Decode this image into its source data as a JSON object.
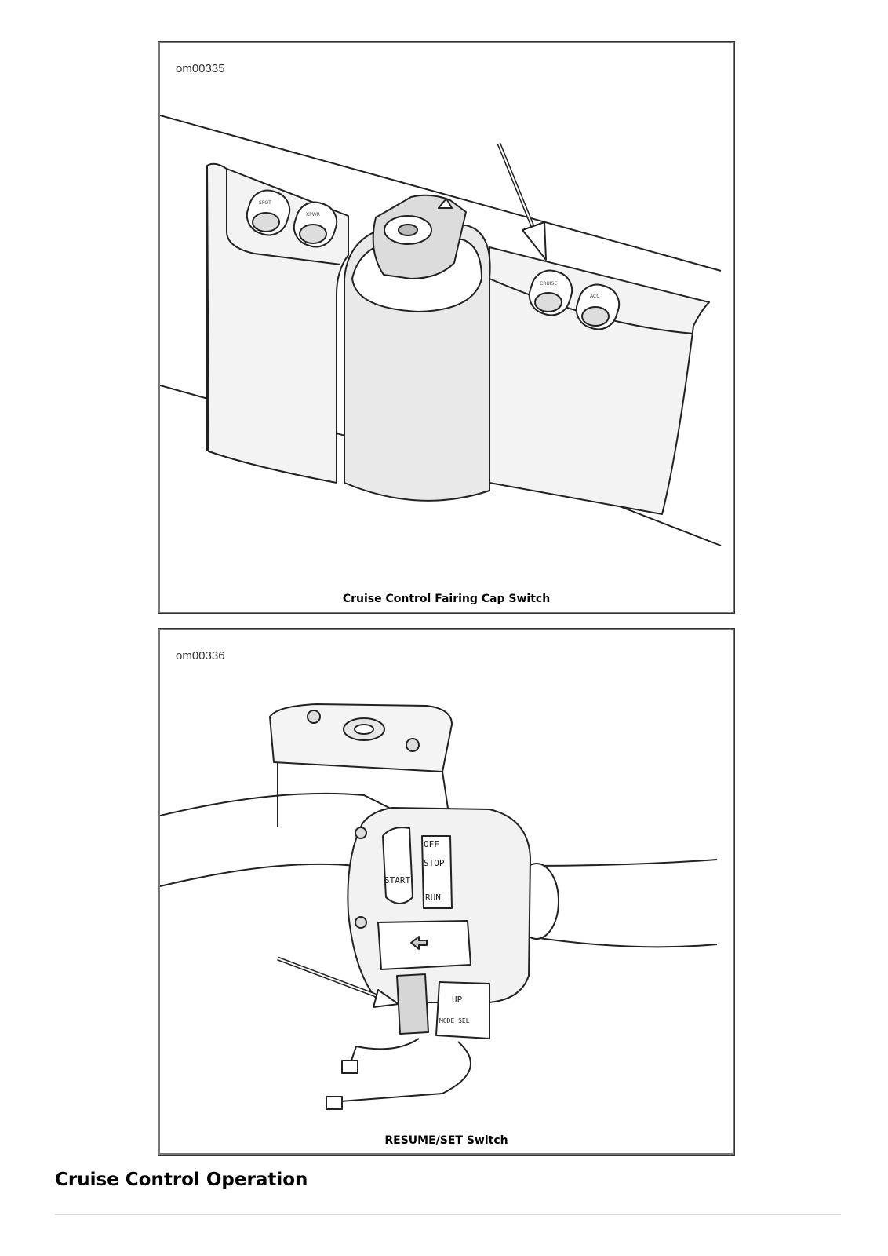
{
  "figures": [
    {
      "id_label": "om00335",
      "caption": "Cruise Control Fairing Cap Switch",
      "switch_labels": [
        "SPOT",
        "XPWR",
        "CRUISE",
        "ACC"
      ]
    },
    {
      "id_label": "om00336",
      "caption": "RESUME/SET Switch",
      "switch_labels": [
        "OFF",
        "STOP",
        "RUN",
        "START",
        "UP",
        "MODE SEL"
      ]
    }
  ],
  "section": {
    "heading": "Cruise Control Operation"
  }
}
